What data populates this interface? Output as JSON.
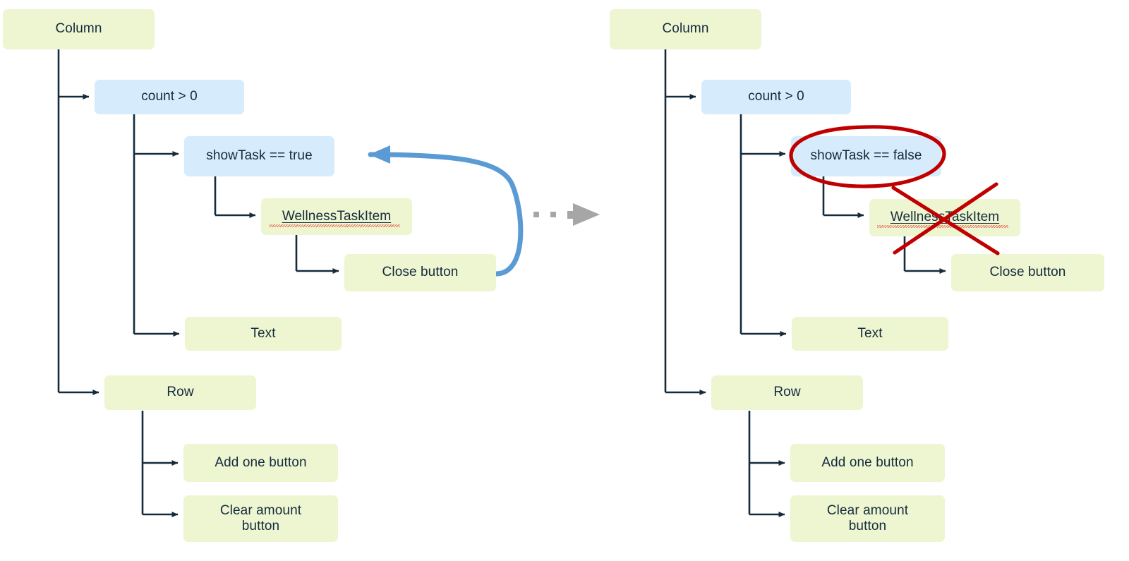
{
  "diagram": {
    "title": "Widget tree before and after hiding the task",
    "colors": {
      "node_green": "#EDF5D1",
      "node_blue": "#D6EBFB",
      "connector": "#152B3C",
      "text": "#152B3C",
      "callback_arrow": "#5B9BD5",
      "transition_arrow": "#A6A6A6",
      "annotation_red": "#C00000",
      "spellcheck_red": "#E8604C",
      "background": "#FFFFFF"
    },
    "panels": [
      {
        "id": "before",
        "name": "before-state",
        "nodes": [
          {
            "id": "column",
            "label": "Column",
            "kind": "green"
          },
          {
            "id": "count",
            "label": "count > 0",
            "kind": "blue"
          },
          {
            "id": "showtask",
            "label": "showTask == true",
            "kind": "blue"
          },
          {
            "id": "wellness",
            "label": "WellnessTaskItem",
            "kind": "green"
          },
          {
            "id": "close",
            "label": "Close button",
            "kind": "green"
          },
          {
            "id": "text",
            "label": "Text",
            "kind": "green"
          },
          {
            "id": "row",
            "label": "Row",
            "kind": "green"
          },
          {
            "id": "addone",
            "label": "Add one button",
            "kind": "green"
          },
          {
            "id": "clear",
            "label": "Clear amount\nbutton",
            "kind": "green"
          }
        ],
        "annotations": []
      },
      {
        "id": "after",
        "name": "after-state",
        "nodes": [
          {
            "id": "column",
            "label": "Column",
            "kind": "green"
          },
          {
            "id": "count",
            "label": "count > 0",
            "kind": "blue"
          },
          {
            "id": "showtask",
            "label": "showTask == false",
            "kind": "blue"
          },
          {
            "id": "wellness",
            "label": "WellnessTaskItem",
            "kind": "green"
          },
          {
            "id": "close",
            "label": "Close button",
            "kind": "green"
          },
          {
            "id": "text",
            "label": "Text",
            "kind": "green"
          },
          {
            "id": "row",
            "label": "Row",
            "kind": "green"
          },
          {
            "id": "addone",
            "label": "Add one button",
            "kind": "green"
          },
          {
            "id": "clear",
            "label": "Clear amount\nbutton",
            "kind": "green"
          }
        ],
        "annotations": [
          {
            "type": "ellipse-highlight",
            "target": "showtask"
          },
          {
            "type": "cross-out",
            "target": "wellness"
          }
        ]
      }
    ],
    "transition": {
      "name": "state-transition-arrow",
      "style": "dotted-then-solid-triangle",
      "direction": "left-to-right"
    },
    "callback": {
      "name": "close-button-to-showtask-callback",
      "from": "Close button",
      "to": "showTask == true",
      "style": "curved"
    }
  }
}
